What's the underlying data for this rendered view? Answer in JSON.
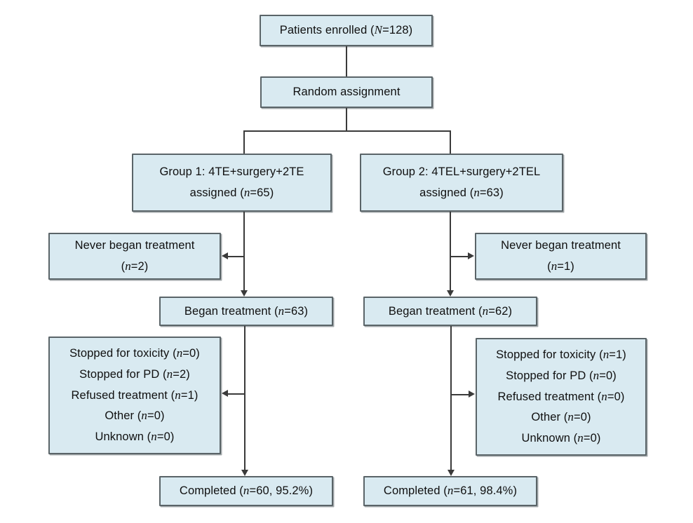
{
  "diagram": {
    "type": "consort-flow-diagram",
    "colors": {
      "box_fill": "#d9eaf1",
      "box_border": "#5a6468",
      "connector": "#3a3a3a",
      "background": "#ffffff"
    },
    "nodes": {
      "enrolled": {
        "line1": "Patients enrolled (N=128)"
      },
      "randomization": {
        "line1": "Random assignment"
      },
      "group1_assigned": {
        "line1": "Group 1: 4TE+surgery+2TE",
        "line2": "assigned (n=65)"
      },
      "group2_assigned": {
        "line1": "Group 2: 4TEL+surgery+2TEL",
        "line2": "assigned (n=63)"
      },
      "group1_never_began": {
        "line1": "Never began treatment",
        "line2": "(n=2)"
      },
      "group2_never_began": {
        "line1": "Never began treatment",
        "line2": "(n=1)"
      },
      "group1_began": {
        "line1": "Began treatment (n=63)"
      },
      "group2_began": {
        "line1": "Began treatment (n=62)"
      },
      "group1_discontinued": {
        "line1": "Stopped for toxicity (n=0)",
        "line2": "Stopped for PD (n=2)",
        "line3": "Refused treatment (n=1)",
        "line4": "Other (n=0)",
        "line5": "Unknown (n=0)"
      },
      "group2_discontinued": {
        "line1": "Stopped for toxicity (n=1)",
        "line2": "Stopped for PD (n=0)",
        "line3": "Refused treatment (n=0)",
        "line4": "Other (n=0)",
        "line5": "Unknown (n=0)"
      },
      "group1_completed": {
        "line1": "Completed (n=60, 95.2%)"
      },
      "group2_completed": {
        "line1": "Completed (n=61, 98.4%)"
      }
    }
  }
}
